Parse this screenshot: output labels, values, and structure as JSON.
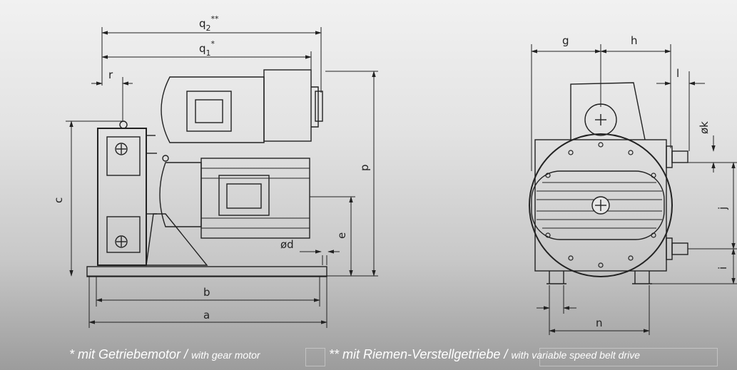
{
  "labels": {
    "q2": "q",
    "q2_sub": "2",
    "q2_sup": "**",
    "q1": "q",
    "q1_sub": "1",
    "q1_sup": "*",
    "r": "r",
    "c": "c",
    "p": "p",
    "e": "e",
    "d": "ød",
    "b": "b",
    "a": "a",
    "g": "g",
    "h": "h",
    "l": "l",
    "k": "øk",
    "j": "j",
    "i": "i",
    "n": "n"
  },
  "captions": {
    "gear_de": "* mit Getriebemotor / ",
    "gear_en": "with gear motor",
    "belt_de": "** mit Riemen-Verstellgetriebe / ",
    "belt_en": "with variable speed belt drive"
  }
}
